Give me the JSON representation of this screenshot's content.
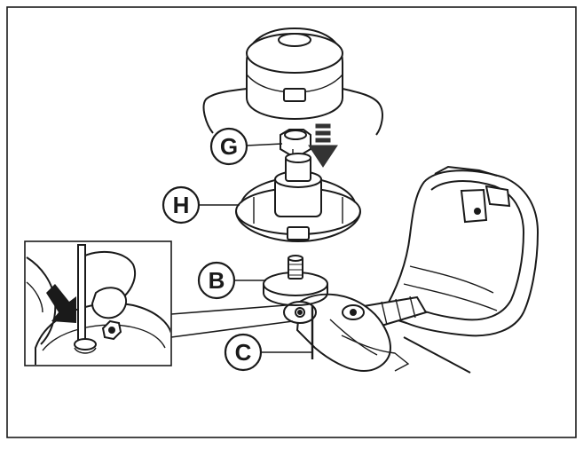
{
  "diagram": {
    "labels": {
      "g": "G",
      "h": "H",
      "b": "B",
      "c": "C"
    },
    "colors": {
      "line": "#1a1a1a",
      "background": "#ffffff",
      "arrow": "#333333",
      "shade": "#d9d9d9"
    }
  }
}
